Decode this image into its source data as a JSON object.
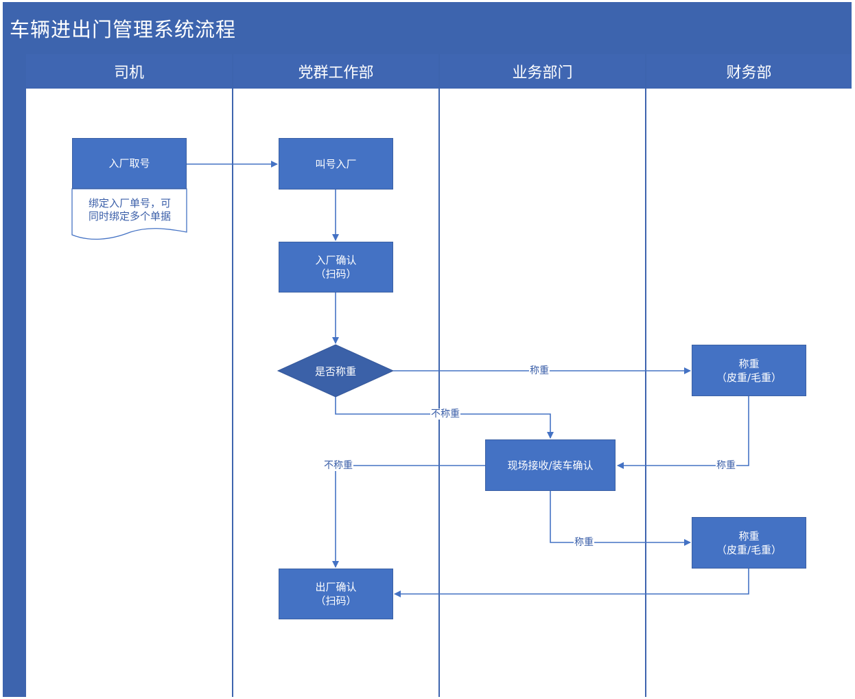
{
  "title": "车辆进出门管理系统流程",
  "lanes": [
    "司机",
    "党群工作部",
    "业务部门",
    "财务部"
  ],
  "nodes": {
    "take_number": "入厂取号",
    "doc_note_line1": "绑定入厂单号，可",
    "doc_note_line2": "同时绑定多个单据",
    "call_number": "叫号入厂",
    "entry_confirm_line1": "入厂确认",
    "entry_confirm_line2": "（扫码）",
    "decision": "是否称重",
    "weigh1_line1": "称重",
    "weigh1_line2": "（皮重/毛重）",
    "onsite": "现场接收/装车确认",
    "weigh2_line1": "称重",
    "weigh2_line2": "（皮重/毛重）",
    "exit_confirm_line1": "出厂确认",
    "exit_confirm_line2": "（扫码）"
  },
  "edge_labels": {
    "decision_to_weigh": "称重",
    "decision_no_weigh": "不称重",
    "weigh1_to_onsite": "称重",
    "onsite_no_weigh": "不称重",
    "onsite_to_weigh2": "称重"
  },
  "colors": {
    "frame": "#3d64ae",
    "box": "#4472c4",
    "diamond": "#3b61a8",
    "line": "#4472c4"
  }
}
